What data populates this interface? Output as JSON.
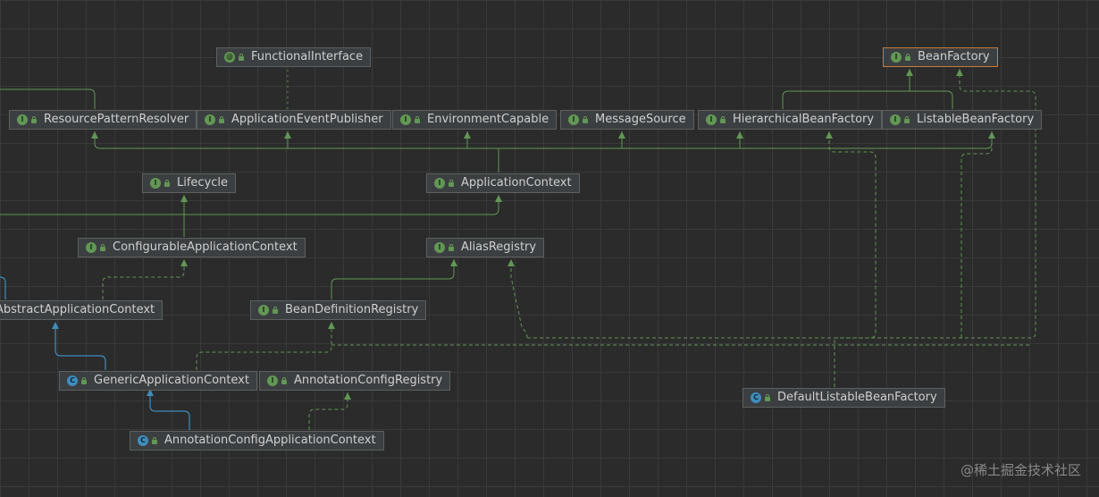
{
  "nodes": {
    "functional_interface": "FunctionalInterface",
    "bean_factory": "BeanFactory",
    "resource_pattern_resolver": "ResourcePatternResolver",
    "application_event_publisher": "ApplicationEventPublisher",
    "environment_capable": "EnvironmentCapable",
    "message_source": "MessageSource",
    "hierarchical_bean_factory": "HierarchicalBeanFactory",
    "listable_bean_factory": "ListableBeanFactory",
    "lifecycle": "Lifecycle",
    "application_context": "ApplicationContext",
    "configurable_application_context": "ConfigurableApplicationContext",
    "alias_registry": "AliasRegistry",
    "abstract_application_context": "AbstractApplicationContext",
    "bean_definition_registry": "BeanDefinitionRegistry",
    "generic_application_context": "GenericApplicationContext",
    "annotation_config_registry": "AnnotationConfigRegistry",
    "default_listable_bean_factory": "DefaultListableBeanFactory",
    "annotation_config_application_context": "AnnotationConfigApplicationContext"
  },
  "badges": {
    "interface": "I",
    "class": "C",
    "annotation": "@"
  },
  "colors": {
    "background": "#2b2b2b",
    "extends_interface": "#629755",
    "extends_class": "#3f8dbd",
    "implements": "#629755",
    "selected_border": "#c57a3c"
  },
  "watermark": "@稀土掘金技术社区"
}
